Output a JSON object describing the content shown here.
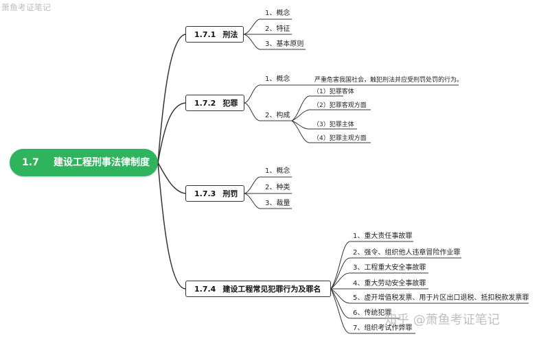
{
  "watermark_top": "萧鱼考证笔记",
  "watermark_bottom": "知乎 @萧鱼考证笔记",
  "root": {
    "num": "1.7",
    "label": "建设工程刑事法律制度"
  },
  "branches": [
    {
      "num": "1.7.1",
      "label": "刑法",
      "items": [
        "1、概念",
        "2、特征",
        "3、基本原则"
      ]
    },
    {
      "num": "1.7.2",
      "label": "犯罪",
      "items": [
        "1、概念",
        "2、构成"
      ],
      "concept_text": "严重危害我国社会，触犯刑法并应受刑罚处罚的行为。",
      "composition": [
        "（1）犯罪客体",
        "（2）犯罪客观方面",
        "（3）犯罪主体",
        "（4）犯罪主观方面"
      ]
    },
    {
      "num": "1.7.3",
      "label": "刑罚",
      "items": [
        "1、概念",
        "2、种类",
        "3、裁量"
      ]
    },
    {
      "num": "1.7.4",
      "label": "建设工程常见犯罪行为及罪名",
      "items": [
        "1、重大责任事故罪",
        "2、强令、组织他人违章冒险作业罪",
        "3、工程重大安全事故罪",
        "4、重大劳动安全事故罪",
        "5、虚开增值税发票、用于片区出口退税、抵扣税款发票罪",
        "6、传统犯罪",
        "7、组织考试作弊罪"
      ]
    }
  ],
  "colors": {
    "root_fill": "#2fb35c",
    "line": "#333333"
  }
}
